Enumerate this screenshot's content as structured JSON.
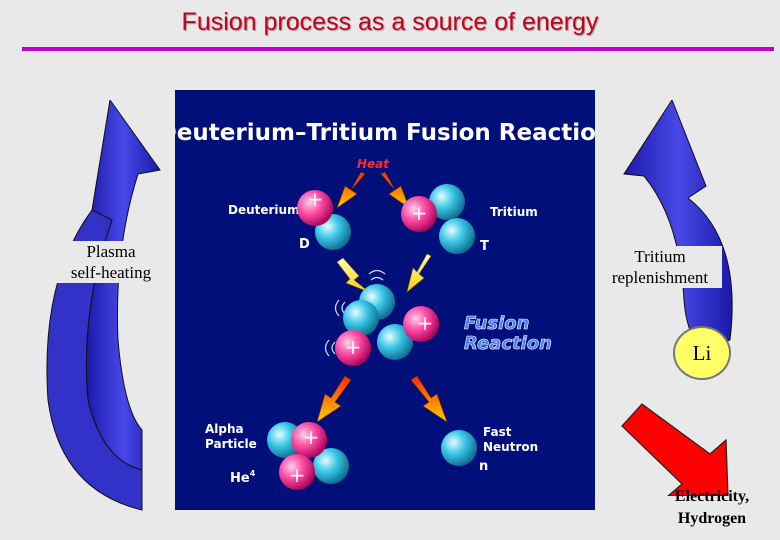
{
  "title": "Fusion process as a source of energy",
  "left_loop": {
    "label_line1": "Plasma",
    "label_line2": "self-heating"
  },
  "right_loop": {
    "label_line1": "Tritium",
    "label_line2": "replenishment"
  },
  "li_badge": "Li",
  "output": {
    "line1": "Electricity,",
    "line2": "Hydrogen"
  },
  "reaction_panel": {
    "heading": "Deuterium–Tritium Fusion Reaction",
    "heat_label": "Heat",
    "deuterium_label": "Deuterium",
    "d_symbol": "D",
    "tritium_label": "Tritium",
    "t_symbol": "T",
    "fusion_line1": "Fusion",
    "fusion_line2": "Reaction",
    "alpha_line1": "Alpha",
    "alpha_line2": "Particle",
    "he_label": "He",
    "he_superscript": "4",
    "neutron_line1": "Fast",
    "neutron_line2": "Neutron",
    "n_symbol": "n",
    "plus_sign": "+"
  },
  "colors": {
    "title": "#c8001a",
    "rule": "#c000c8",
    "loop_arrow": "#2a2ac8",
    "panel_bg": "#000f7a",
    "heading": "#ffffff",
    "heat": "#ff2a2a",
    "fusion_text": "#4a7cff",
    "proton": "#ff4fa8",
    "neutron": "#3cc8e8",
    "li_badge": "#ffff66",
    "output_arrow": "#ff0000"
  }
}
